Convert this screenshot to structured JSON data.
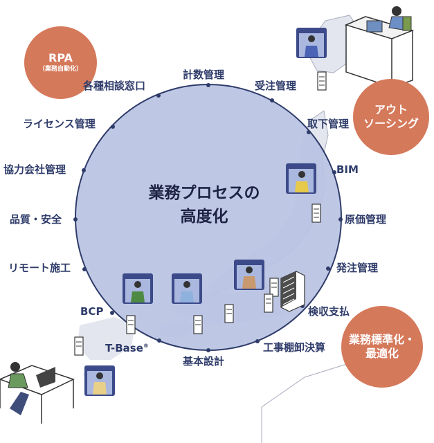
{
  "center": {
    "line1": "業務プロセスの",
    "line2": "高度化"
  },
  "badges": {
    "rpa": {
      "title": "RPA",
      "subtitle": "（業務自動化）"
    },
    "outsourcing": {
      "line1": "アウト",
      "line2": "ソーシング"
    },
    "standardization": {
      "line1": "業務標準化・",
      "line2": "最適化"
    }
  },
  "processes": {
    "keisu": "計数管理",
    "juchu": "受注管理",
    "torishita": "取下管理",
    "bim": "BIM",
    "genka": "原価管理",
    "hatchu": "発注管理",
    "kenshu": "検収支払",
    "koji": "工事棚卸決算",
    "kihon": "基本設計",
    "tbase": "T-Base",
    "tbase_mark": "®",
    "bcp": "BCP",
    "remote": "リモート施工",
    "hinshitsu": "品質・安全",
    "kyoryoku": "協力会社管理",
    "license": "ライセンス管理",
    "sodan": "各種相談窓口"
  },
  "colors": {
    "circle_fill": "#b9c3e3",
    "circle_stroke": "#2f3c6a",
    "badge": "#d5795b",
    "map_fill": "#e3e6ee",
    "label": "#2f3c6a"
  }
}
